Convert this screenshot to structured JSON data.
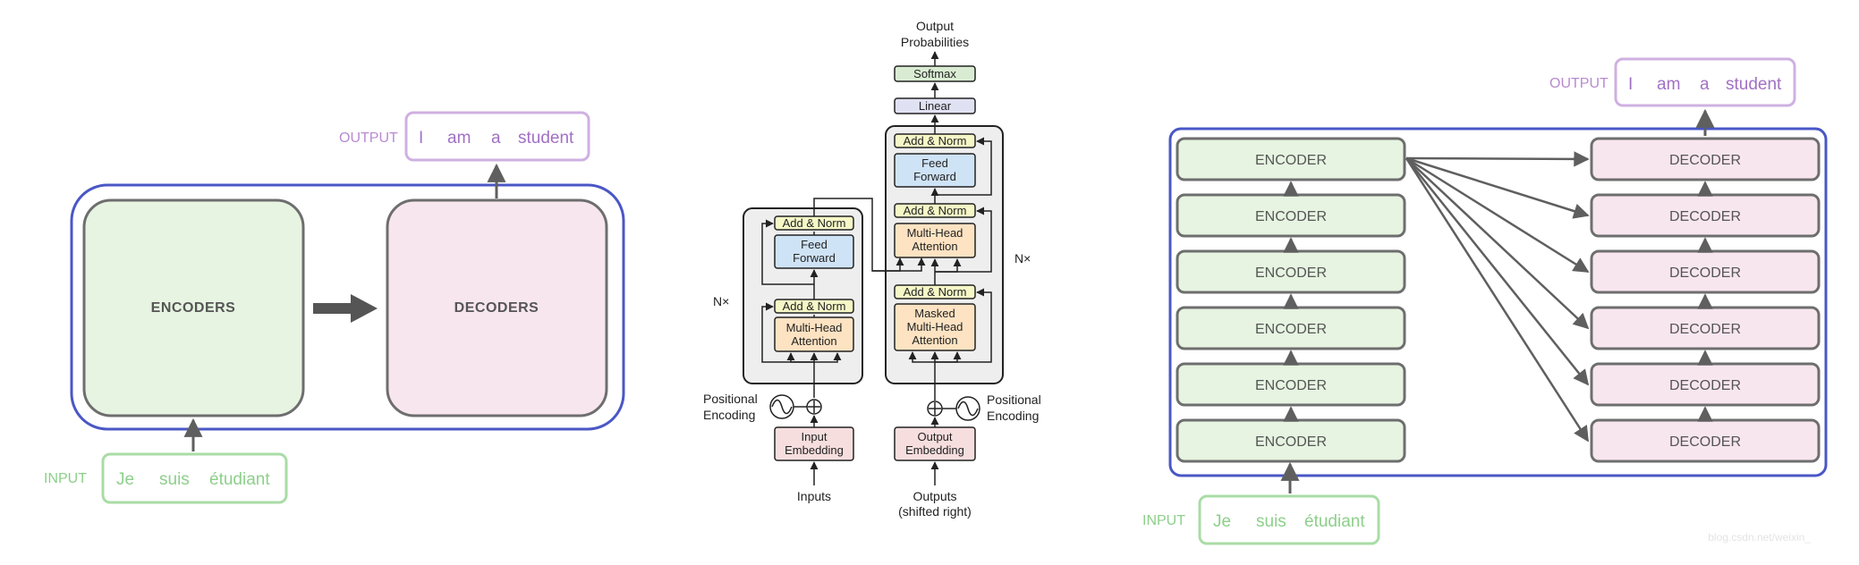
{
  "colors": {
    "blue_border": "#4a57c6",
    "encoder_fill": "#e6f4e1",
    "decoder_fill": "#f8e6ef",
    "box_border": "#6e6e6e",
    "input_green": "#8dcf8a",
    "output_purple": "#b88ad1",
    "arrow_gray": "#5f5f5f",
    "attention_fill": "#fde3c2",
    "ff_fill": "#cfe3f6",
    "addnorm_fill": "#f5f7c6",
    "embed_fill": "#f7dede",
    "linear_fill": "#e0e1f2",
    "softmax_fill": "#d9ecd3",
    "stack_fill": "#eeeeee"
  },
  "panel1": {
    "encoders": "ENCODERS",
    "decoders": "DECODERS",
    "input_label": "INPUT",
    "input_words": [
      "Je",
      "suis",
      "étudiant"
    ],
    "output_label": "OUTPUT",
    "output_words": [
      "I",
      "am",
      "a",
      "student"
    ]
  },
  "panel2": {
    "output_probabilities": [
      "Output",
      "Probabilities"
    ],
    "softmax": "Softmax",
    "linear": "Linear",
    "add_norm": "Add & Norm",
    "feed_forward": [
      "Feed",
      "Forward"
    ],
    "multi_head_attention": [
      "Multi-Head",
      "Attention"
    ],
    "masked_multi_head_attention": [
      "Masked",
      "Multi-Head",
      "Attention"
    ],
    "nx": "N×",
    "positional_encoding": [
      "Positional",
      "Encoding"
    ],
    "input_embedding": [
      "Input",
      "Embedding"
    ],
    "output_embedding": [
      "Output",
      "Embedding"
    ],
    "inputs": "Inputs",
    "outputs": [
      "Outputs",
      "(shifted right)"
    ]
  },
  "panel3": {
    "encoder": "ENCODER",
    "decoder": "DECODER",
    "input_label": "INPUT",
    "input_words": [
      "Je",
      "suis",
      "étudiant"
    ],
    "output_label": "OUTPUT",
    "output_words": [
      "I",
      "am",
      "a",
      "student"
    ]
  },
  "watermark": "blog.csdn.net/weixin_"
}
